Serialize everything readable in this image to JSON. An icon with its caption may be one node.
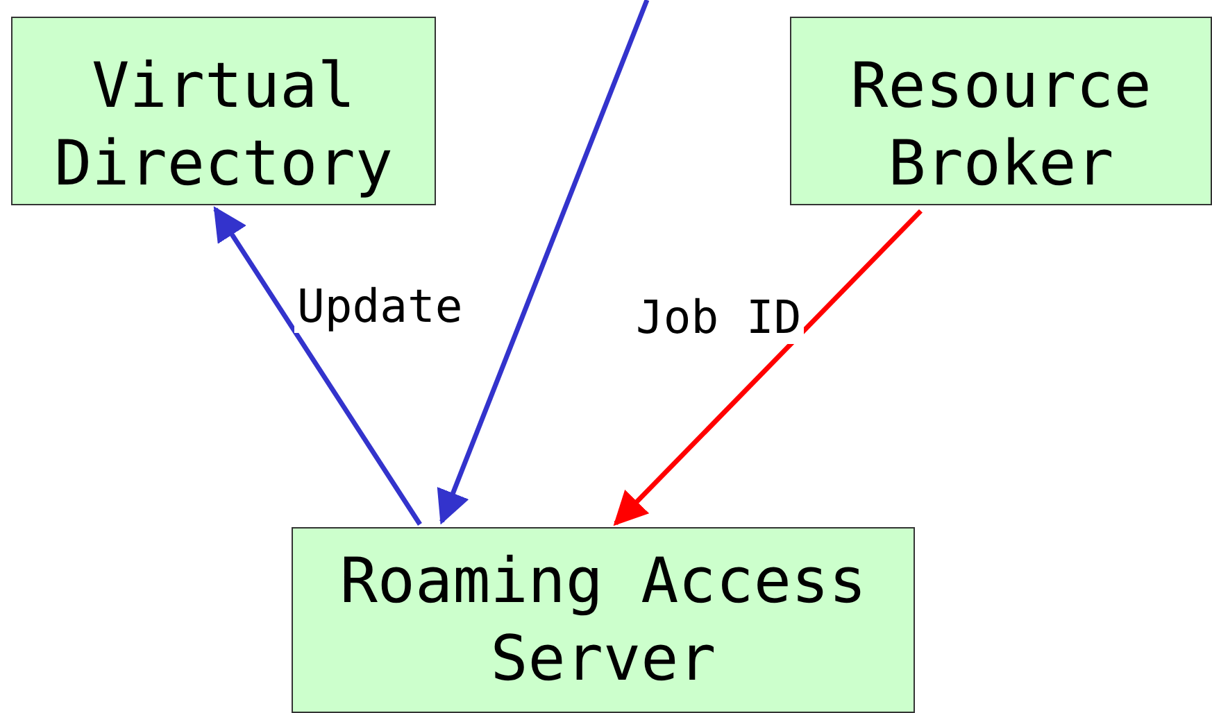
{
  "diagram": {
    "nodes": [
      {
        "text": [
          "Virtual Directory"
        ]
      },
      {
        "text": [
          "Resource Broker"
        ]
      },
      {
        "text": [
          "Roaming Access Server"
        ]
      }
    ],
    "edges": [
      {
        "from": 2,
        "to": 0,
        "arrow": "to",
        "label": "Update"
      },
      {
        "from": null,
        "to": 2,
        "arrow": "to"
      },
      {
        "from": 1,
        "to": 2,
        "arrow": "to",
        "label": "Job ID",
        "color": "#ff0000"
      }
    ]
  }
}
